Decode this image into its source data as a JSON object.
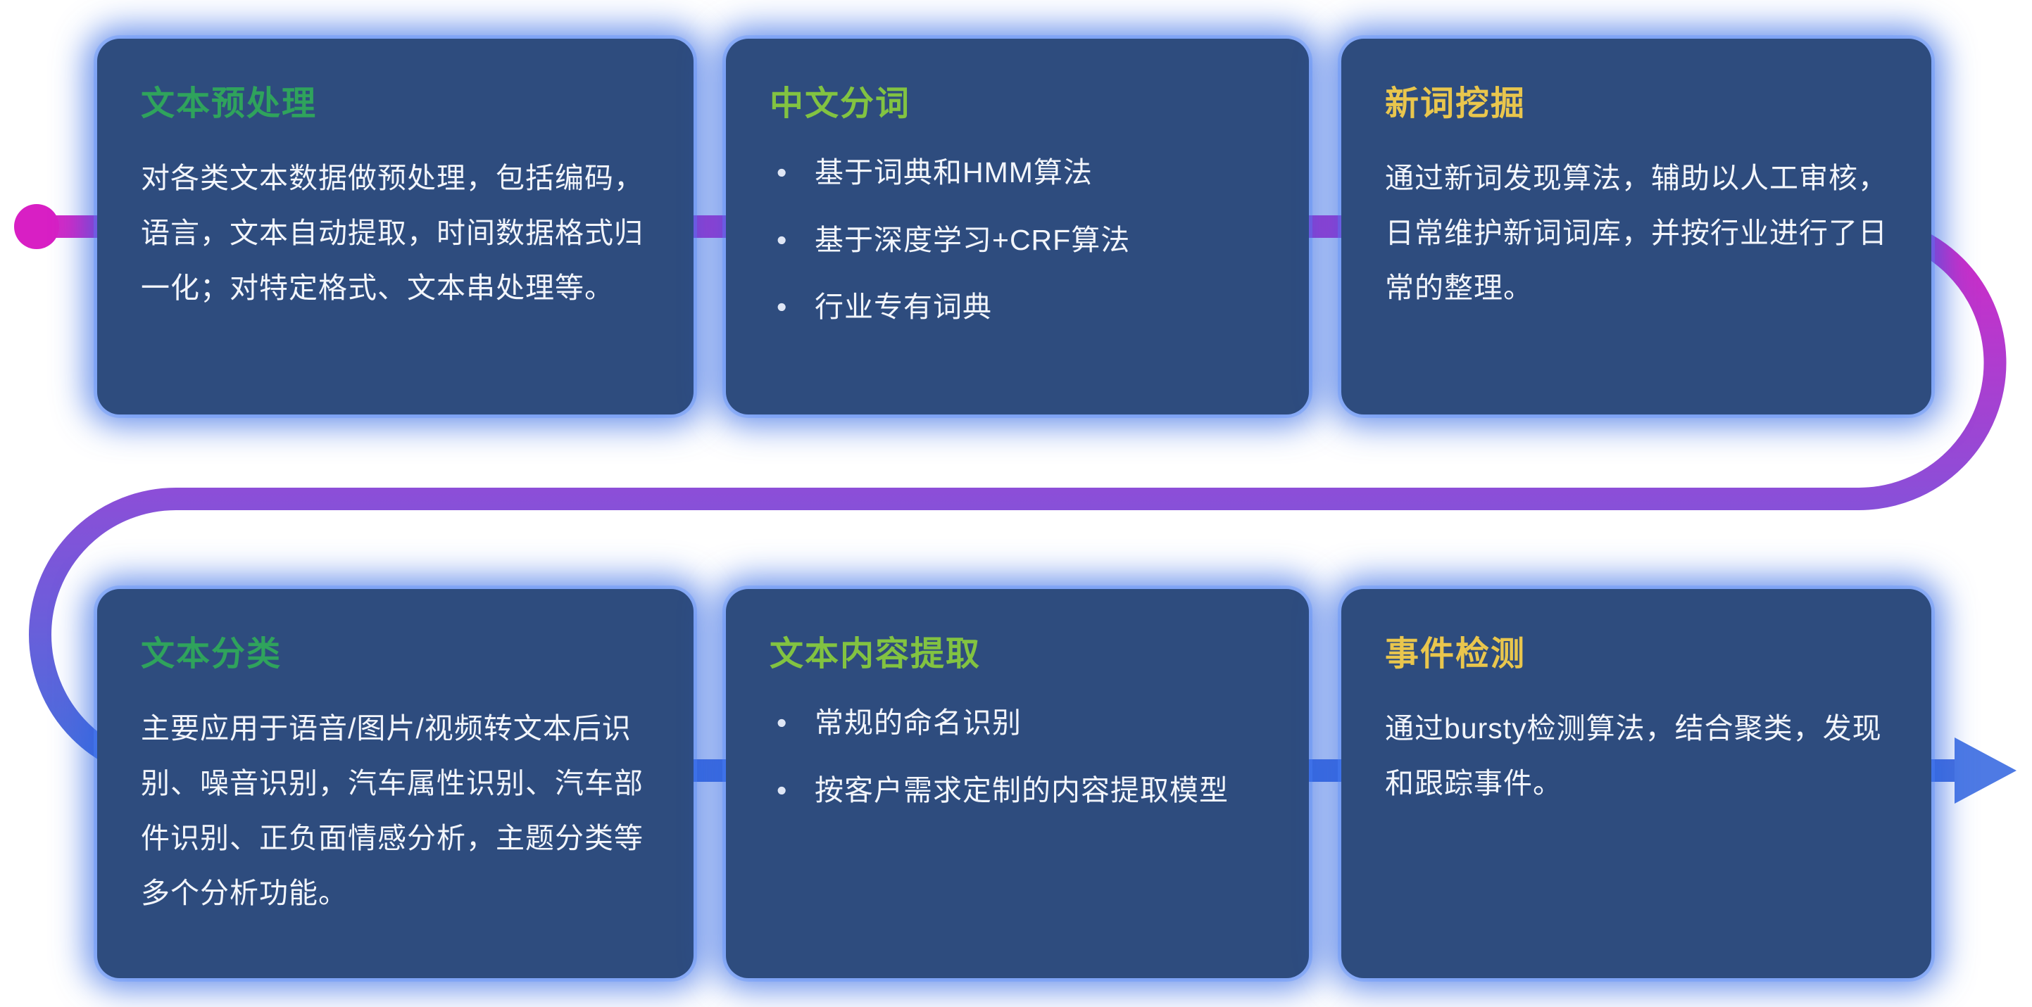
{
  "cards": [
    {
      "title": "文本预处理",
      "title_color": "#2fa35c",
      "body": "对各类文本数据做预处理，包括编码，语言，文本自动提取，时间数据格式归一化；对特定格式、文本串处理等。",
      "bullets": []
    },
    {
      "title": "中文分词",
      "title_color": "#82c341",
      "body": "",
      "bullets": [
        "基于词典和HMM算法",
        "基于深度学习+CRF算法",
        "行业专有词典"
      ]
    },
    {
      "title": "新词挖掘",
      "title_color": "#e9c64d",
      "body": "通过新词发现算法，辅助以人工审核，日常维护新词词库，并按行业进行了日常的整理。",
      "bullets": []
    },
    {
      "title": "文本分类",
      "title_color": "#2fa35c",
      "body": "主要应用于语音/图片/视频转文本后识别、噪音识别，汽车属性识别、汽车部件识别、正负面情感分析，主题分类等多个分析功能。",
      "bullets": []
    },
    {
      "title": "文本内容提取",
      "title_color": "#82c341",
      "body": "",
      "bullets": [
        "常规的命名识别",
        "按客户需求定制的内容提取模型"
      ]
    },
    {
      "title": "事件检测",
      "title_color": "#e9c64d",
      "body": "通过bursty检测算法，结合聚类，发现和跟踪事件。",
      "bullets": []
    }
  ],
  "flow": {
    "bullet_char": "•",
    "dot_color": "#d81fc4",
    "arrow_color": "#4e7ae4",
    "gradient": [
      "#d429c6",
      "#8a4fd8",
      "#4570dd"
    ],
    "card_bg": "#2e4c7e",
    "glow_color": "#2f67e3",
    "body_text_color": "#f2f5fb"
  }
}
